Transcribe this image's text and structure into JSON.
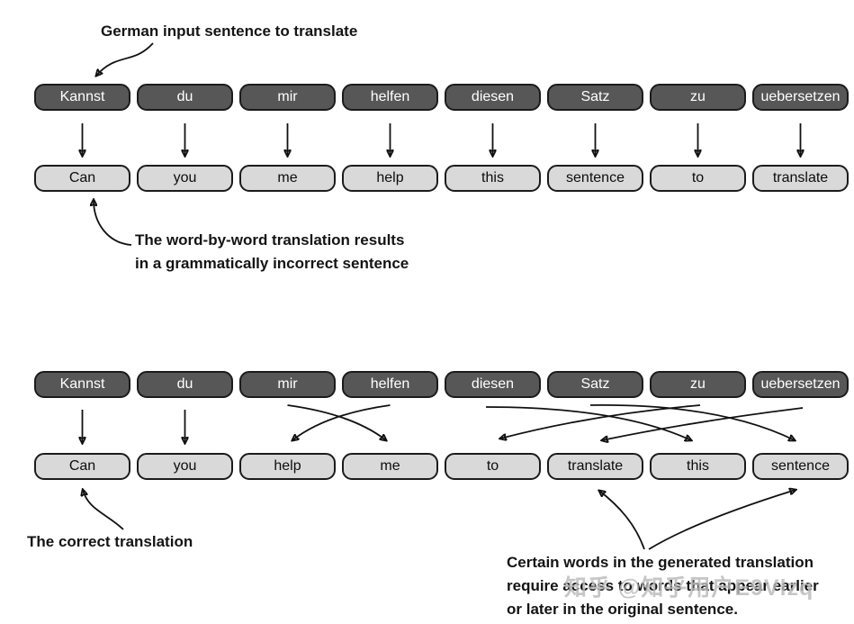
{
  "colors": {
    "background": "#ffffff",
    "dark_box_fill": "#575757",
    "dark_box_text": "#ffffff",
    "light_box_fill": "#d9d9d9",
    "light_box_text": "#0d0d0d",
    "box_border": "#1b1b1b",
    "arrow": "#111111",
    "annotation_text": "#141414",
    "watermark_text": "#bababa"
  },
  "annotations": {
    "german_input": "German input sentence to translate",
    "word_by_word_line1": "The word-by-word translation results",
    "word_by_word_line2": "in a grammatically incorrect sentence",
    "correct_translation": "The correct translation",
    "reorder_line1": "Certain words in the generated translation",
    "reorder_line2": "require access to words that appear earlier",
    "reorder_line3": "or later in the original sentence."
  },
  "word_by_word_diagram": {
    "german": [
      "Kannst",
      "du",
      "mir",
      "helfen",
      "diesen",
      "Satz",
      "zu",
      "uebersetzen"
    ],
    "english": [
      "Can",
      "you",
      "me",
      "help",
      "this",
      "sentence",
      "to",
      "translate"
    ],
    "alignment": [
      [
        0,
        0
      ],
      [
        1,
        1
      ],
      [
        2,
        2
      ],
      [
        3,
        3
      ],
      [
        4,
        4
      ],
      [
        5,
        5
      ],
      [
        6,
        6
      ],
      [
        7,
        7
      ]
    ]
  },
  "correct_translation_diagram": {
    "german": [
      "Kannst",
      "du",
      "mir",
      "helfen",
      "diesen",
      "Satz",
      "zu",
      "uebersetzen"
    ],
    "english": [
      "Can",
      "you",
      "help",
      "me",
      "to",
      "translate",
      "this",
      "sentence"
    ],
    "alignment": [
      [
        0,
        0
      ],
      [
        1,
        1
      ],
      [
        2,
        3
      ],
      [
        3,
        2
      ],
      [
        4,
        6
      ],
      [
        5,
        7
      ],
      [
        6,
        4
      ],
      [
        7,
        5
      ]
    ]
  },
  "watermark": "知乎 @知乎用户E9Vlzq"
}
